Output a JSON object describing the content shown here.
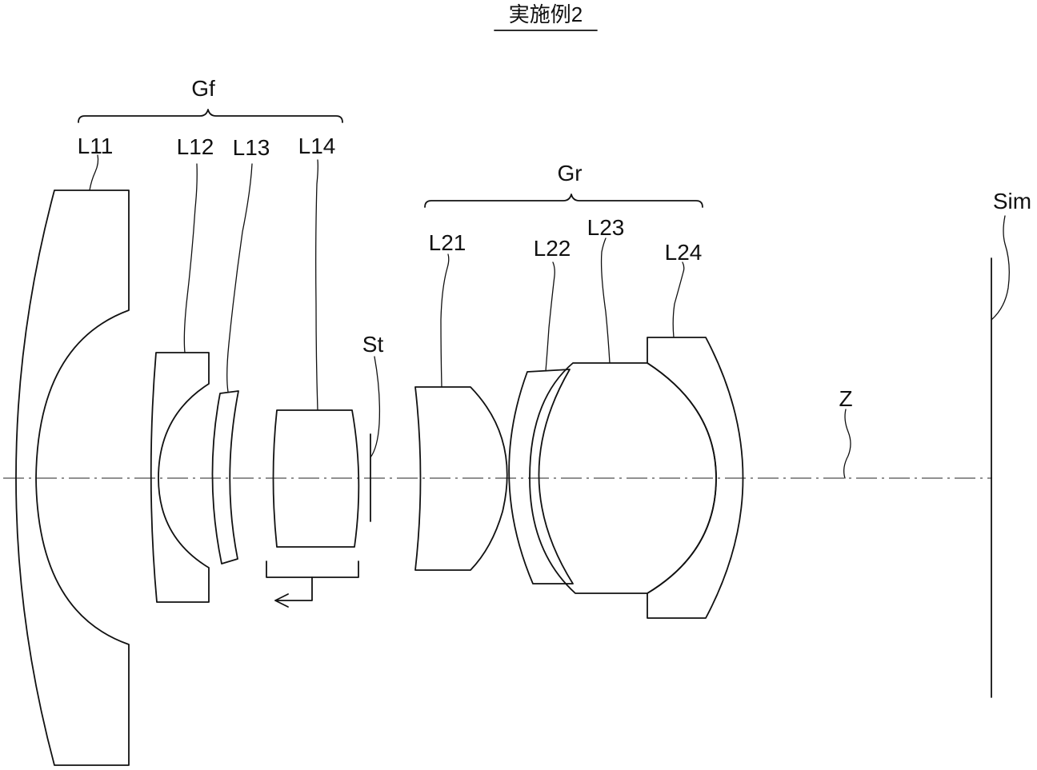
{
  "title": "実施例2",
  "groups": {
    "front": "Gf",
    "rear": "Gr"
  },
  "lenses": {
    "l11": "L11",
    "l12": "L12",
    "l13": "L13",
    "l14": "L14",
    "l21": "L21",
    "l22": "L22",
    "l23": "L23",
    "l24": "L24"
  },
  "stop": "St",
  "axis": "Z",
  "image_plane": "Sim"
}
